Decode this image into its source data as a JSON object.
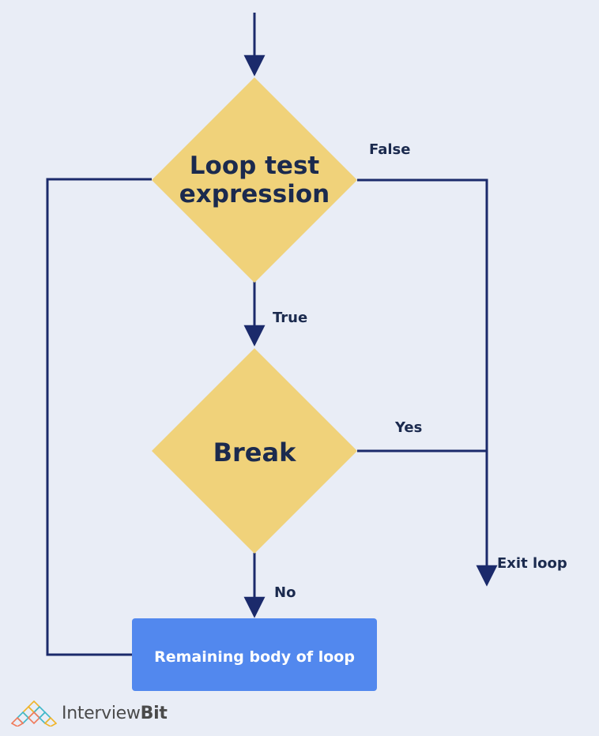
{
  "colors": {
    "background": "#e9edf6",
    "line": "#1b2a6b",
    "decision_fill": "#f0d27a",
    "process_fill": "#5288ee",
    "text_dark": "#1b2a4e",
    "text_light": "#ffffff"
  },
  "nodes": {
    "loop_test": {
      "line1": "Loop test",
      "line2": "expression"
    },
    "break": {
      "label": "Break"
    },
    "remaining": {
      "label": "Remaining body of loop"
    }
  },
  "edges": {
    "false_label": "False",
    "true_label": "True",
    "yes_label": "Yes",
    "no_label": "No",
    "exit_label": "Exit loop"
  },
  "logo": {
    "icon": "interviewbit-triangle-icon",
    "part1": "Interview",
    "part2": "Bit"
  }
}
